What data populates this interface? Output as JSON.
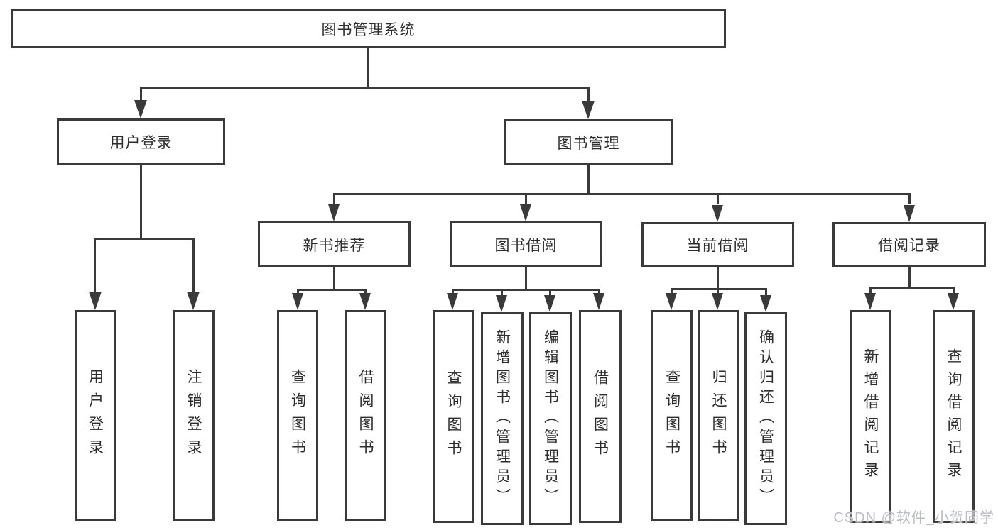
{
  "tree": {
    "root": {
      "label": "图书管理系统",
      "children": [
        {
          "label": "用户登录",
          "children": [
            {
              "label": "用户登录"
            },
            {
              "label": "注销登录"
            }
          ]
        },
        {
          "label": "图书管理",
          "children": [
            {
              "label": "新书推荐",
              "children": [
                {
                  "label": "查询图书"
                },
                {
                  "label": "借阅图书"
                }
              ]
            },
            {
              "label": "图书借阅",
              "children": [
                {
                  "label": "查询图书"
                },
                {
                  "label": "新增图书（管理员）"
                },
                {
                  "label": "编辑图书（管理员）"
                },
                {
                  "label": "借阅图书"
                }
              ]
            },
            {
              "label": "当前借阅",
              "children": [
                {
                  "label": "查询图书"
                },
                {
                  "label": "归还图书"
                },
                {
                  "label": "确认归还（管理员）"
                }
              ]
            },
            {
              "label": "借阅记录",
              "children": [
                {
                  "label": "新增借阅记录"
                },
                {
                  "label": "查询借阅记录"
                }
              ]
            }
          ]
        }
      ]
    }
  },
  "watermark": {
    "text": "CSDN @软件_小贺同学"
  },
  "colors": {
    "line": "#3a3a3a",
    "text": "#2d2d2d",
    "watermark": "#b9bcc1",
    "background": "#ffffff"
  }
}
